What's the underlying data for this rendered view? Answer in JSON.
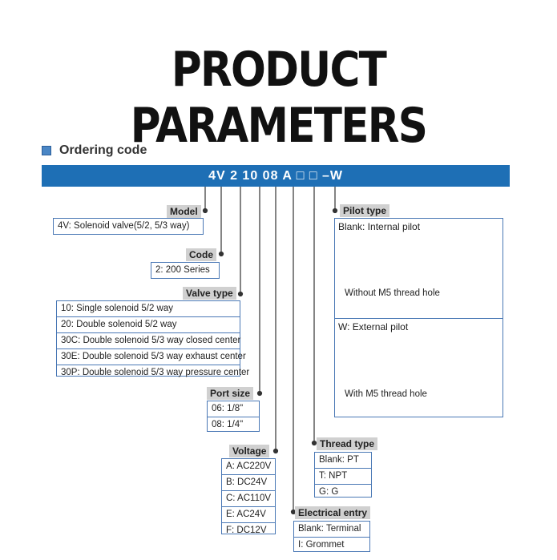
{
  "title": "PRODUCT PARAMETERS",
  "ordering": {
    "label": "Ordering code",
    "code": "4V 2 10 08 A □  □ –W"
  },
  "model": {
    "header": "Model",
    "rows": [
      "4V: Solenoid valve(5/2, 5/3 way)"
    ]
  },
  "series": {
    "header": "Code",
    "rows": [
      "2: 200 Series"
    ]
  },
  "valve_type": {
    "header": "Valve type",
    "rows": [
      "10: Single solenoid 5/2 way",
      "20: Double solenoid 5/2 way",
      "30C: Double solenoid 5/3 way closed center",
      "30E: Double solenoid 5/3 way exhaust center",
      "30P: Double solenoid 5/3 way pressure center"
    ]
  },
  "port_size": {
    "header": "Port size",
    "rows": [
      "06: 1/8\"",
      "08: 1/4\""
    ]
  },
  "voltage": {
    "header": "Voltage",
    "rows": [
      "A: AC220V",
      "B: DC24V",
      "C: AC110V",
      "E: AC24V",
      "F: DC12V"
    ]
  },
  "thread_type": {
    "header": "Thread type",
    "rows": [
      "Blank: PT",
      "T: NPT",
      "G: G"
    ]
  },
  "electrical": {
    "header": "Electrical entry",
    "rows": [
      "Blank: Terminal",
      "I: Grommet"
    ]
  },
  "pilot": {
    "header": "Pilot type",
    "internal_label": "Blank: Internal pilot",
    "internal_note": "Without M5 thread hole",
    "external_label": "W: External pilot",
    "external_note": "With M5 thread hole"
  },
  "colors": {
    "band": "#1e6fb5",
    "box_border": "#4a78b5",
    "header_bg": "#d0d0d0",
    "square": "#4a86c5"
  }
}
